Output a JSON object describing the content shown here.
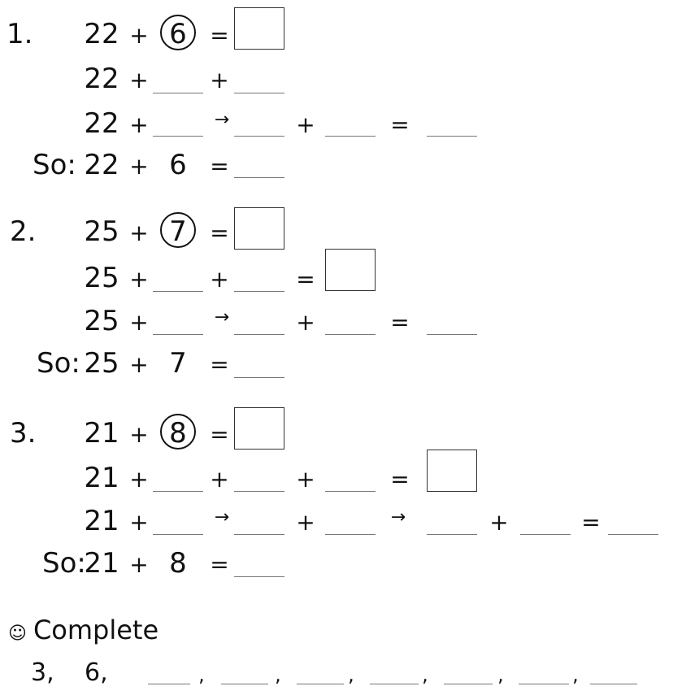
{
  "problems": [
    {
      "number": "1.",
      "base": "22",
      "addend": "6",
      "so_label": "So:"
    },
    {
      "number": "2.",
      "base": "25",
      "addend": "7",
      "so_label": "So:"
    },
    {
      "number": "3.",
      "base": "21",
      "addend": "8",
      "so_label": "So:"
    }
  ],
  "symbols": {
    "plus": "+",
    "equals": "=",
    "arrow": "→",
    "comma": ","
  },
  "complete": {
    "icon": "smiley-icon",
    "smiley": "☺",
    "title": "Complete",
    "sequence_start": [
      "3,",
      "6,"
    ]
  }
}
